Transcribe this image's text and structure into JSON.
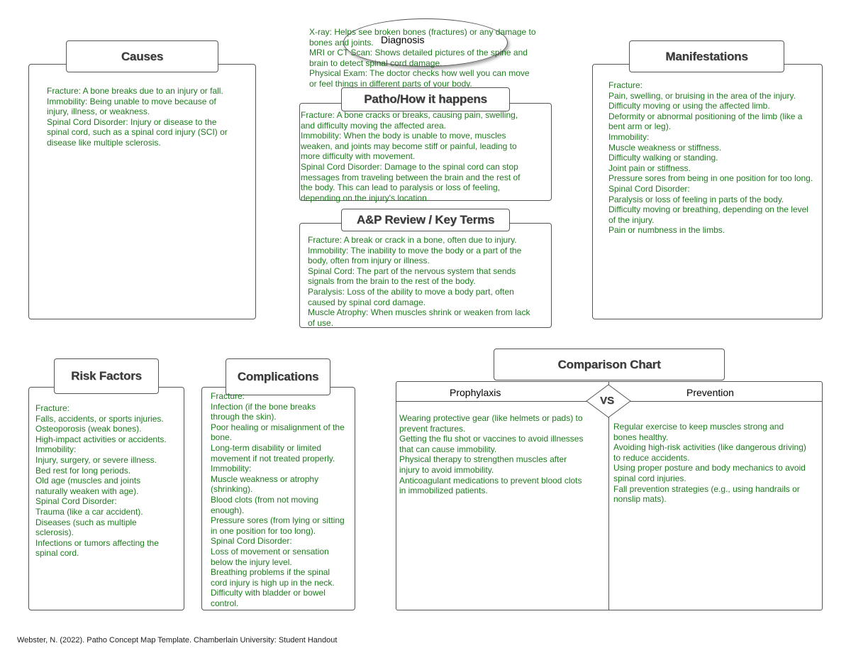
{
  "causes": {
    "title": "Causes",
    "lines": [
      "Fracture: A bone breaks due to an injury or fall.",
      "Immobility: Being unable to move because of",
      "injury, illness, or weakness.",
      "Spinal Cord Disorder: Injury or disease to the",
      "spinal cord, such as a spinal cord injury (SCI) or",
      "disease like multiple sclerosis."
    ]
  },
  "diagnosis": {
    "title": "Diagnosis",
    "lines": [
      "X-ray: Helps see broken bones (fractures) or any damage to",
      "bones and joints.",
      "MRI or CT Scan: Shows detailed pictures of the spine and",
      "brain to detect spinal cord damage.",
      "Physical Exam: The doctor checks how well you can move",
      "or feel things in different parts of your body."
    ]
  },
  "patho": {
    "title": "Patho/How it happens",
    "lines": [
      "Fracture: A bone cracks or breaks, causing pain, swelling,",
      "and difficulty moving the affected area.",
      "Immobility: When the body is unable to move, muscles",
      "weaken, and joints may become stiff or painful, leading to",
      "more difficulty with movement.",
      "Spinal Cord Disorder: Damage to the spinal cord can stop",
      "messages from traveling between the brain and the rest of",
      "the body. This can lead to paralysis or loss of feeling,",
      "depending on the injury's location."
    ]
  },
  "ap_review": {
    "title": "A&P Review / Key Terms",
    "lines": [
      "Fracture: A break or crack in a bone, often due to injury.",
      "Immobility: The inability to move the body or a part of the",
      "body, often from injury or illness.",
      "Spinal Cord: The part of the nervous system that sends",
      "signals from the brain to the rest of the body.",
      "Paralysis: Loss of the ability to move a body part, often",
      "caused by spinal cord damage.",
      "Muscle Atrophy: When muscles shrink or weaken from lack",
      "of use."
    ]
  },
  "manifestations": {
    "title": "Manifestations",
    "lines": [
      "Fracture:",
      "Pain, swelling, or bruising in the area of the injury.",
      "Difficulty moving or using the affected limb.",
      "Deformity or abnormal positioning of the limb (like a",
      "bent arm or leg).",
      "Immobility:",
      "Muscle weakness or stiffness.",
      "Difficulty walking or standing.",
      "Joint pain or stiffness.",
      "Pressure sores from being in one position for too long.",
      "Spinal Cord Disorder:",
      "Paralysis or loss of feeling in parts of the body.",
      "Difficulty moving or breathing, depending on the level",
      "of the injury.",
      "Pain or numbness in the limbs."
    ]
  },
  "risk_factors": {
    "title": "Risk Factors",
    "lines": [
      "Fracture:",
      "Falls, accidents, or sports injuries.",
      "Osteoporosis (weak bones).",
      "High-impact activities or accidents.",
      "Immobility:",
      "Injury, surgery, or severe illness.",
      "Bed rest for long periods.",
      "Old age (muscles and joints",
      "naturally weaken with age).",
      "Spinal Cord Disorder:",
      "Trauma (like a car accident).",
      "Diseases (such as multiple",
      "sclerosis).",
      "Infections or tumors affecting the",
      "spinal cord."
    ]
  },
  "complications": {
    "title": "Complications",
    "lines": [
      "Fracture:",
      "Infection (if the bone breaks",
      "through the skin).",
      "Poor healing or misalignment of the",
      "bone.",
      "Long-term disability or limited",
      "movement if not treated properly.",
      "Immobility:",
      "Muscle weakness or atrophy",
      "(shrinking).",
      "Blood clots (from not moving",
      "enough).",
      "Pressure sores (from lying or sitting",
      "in one position for too long).",
      "Spinal Cord Disorder:",
      "Loss of movement or sensation",
      "below the injury level.",
      "Breathing problems if the spinal",
      "cord injury is high up in the neck.",
      "Difficulty with bladder or bowel",
      "control."
    ]
  },
  "comparison": {
    "title": "Comparison Chart",
    "vs": "VS",
    "left_header": "Prophylaxis",
    "right_header": "Prevention",
    "left_lines": [
      "Wearing protective gear (like helmets or pads) to",
      "prevent fractures.",
      "Getting the flu shot or vaccines to avoid illnesses",
      "that can cause immobility.",
      "Physical therapy to strengthen muscles after",
      "injury to avoid immobility.",
      "Anticoagulant medications to prevent blood clots",
      "in immobilized patients."
    ],
    "right_lines": [
      "Regular exercise to keep muscles strong and",
      "bones healthy.",
      "Avoiding high-risk activities (like dangerous driving)",
      "to reduce accidents.",
      "Using proper posture and body mechanics to avoid",
      "spinal cord injuries.",
      "Fall prevention strategies (e.g., using handrails or",
      "nonslip mats)."
    ]
  },
  "footer": "Webster, N. (2022). Patho Concept Map Template. Chamberlain University: Student Handout"
}
